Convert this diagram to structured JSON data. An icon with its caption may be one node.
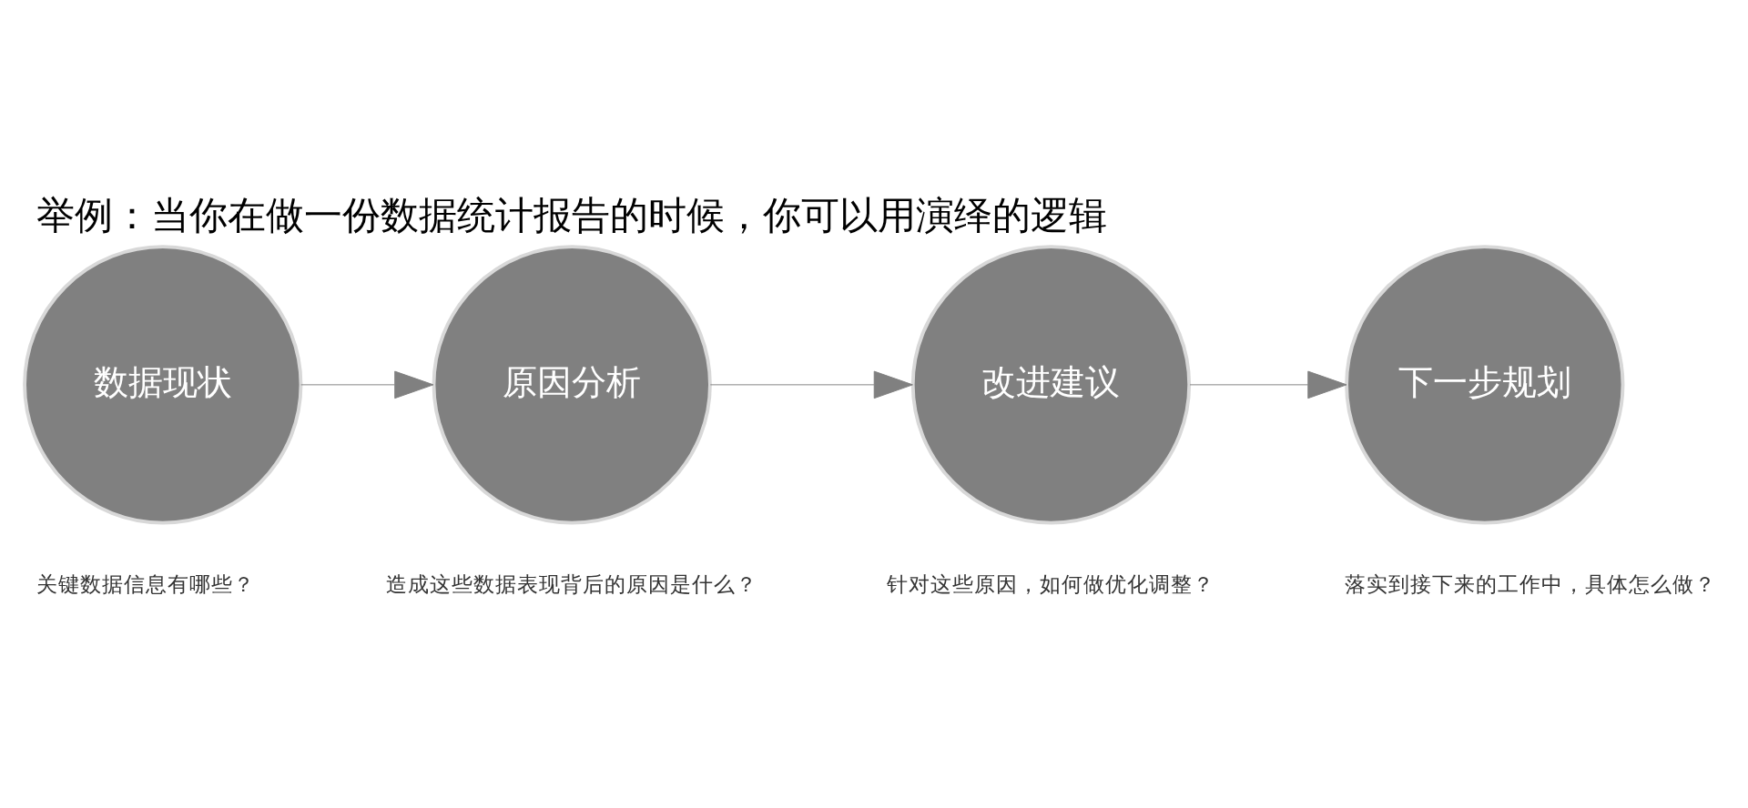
{
  "diagram": {
    "title": "举例：当你在做一份数据统计报告的时候，你可以用演绎的逻辑",
    "nodes": [
      {
        "text": [
          "数据现状"
        ],
        "beside": [
          "关键数据信息有哪些？"
        ]
      },
      {
        "text": [
          "原因分析"
        ],
        "beside": [
          "造成这些数据表现背后的原因是什么？"
        ]
      },
      {
        "text": [
          "改进建议"
        ],
        "beside": [
          "针对这些原因，如何做优化调整？"
        ]
      },
      {
        "text": [
          "下一步规划"
        ],
        "beside": [
          "落实到接下来的工作中，具体怎么做？"
        ]
      }
    ],
    "edges": [
      {
        "from": 0,
        "to": 1,
        "arrow": "to"
      },
      {
        "from": 1,
        "to": 2,
        "arrow": "to"
      },
      {
        "from": 2,
        "to": 3,
        "arrow": "to"
      }
    ]
  }
}
